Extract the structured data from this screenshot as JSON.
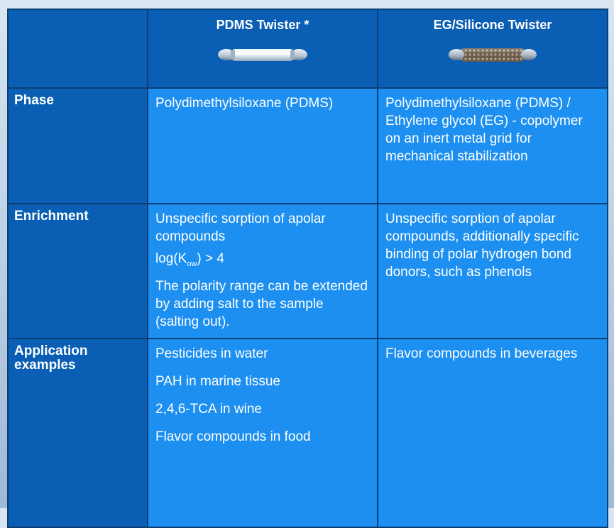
{
  "table": {
    "columns": [
      {
        "title": "PDMS Twister *",
        "image": "pdms-twister-image"
      },
      {
        "title": "EG/Silicone Twister",
        "image": "eg-silicone-twister-image"
      }
    ],
    "rows": [
      {
        "label": "Phase",
        "col_a": [
          "Polydimethylsiloxane (PDMS)"
        ],
        "col_b": [
          "Polydimethylsiloxane (PDMS) / Ethylene glycol (EG) - copolymer on an inert metal grid for mechanical stabilization"
        ]
      },
      {
        "label": "Enrichment",
        "col_a": {
          "line1": "Unspecific sorption of apolar compounds",
          "kow_prefix": "log(K",
          "kow_sub": "ow",
          "kow_suffix": ") > 4",
          "line3": "The polarity range can be extended by adding salt to the sample (salting out)."
        },
        "col_b": [
          "Unspecific sorption of apolar compounds, additionally specific binding of polar hydrogen bond donors, such as phenols"
        ]
      },
      {
        "label": "Application examples",
        "col_a": [
          "Pesticides in water",
          "PAH in marine tissue",
          "2,4,6-TCA in wine",
          "Flavor compounds in food"
        ],
        "col_b": [
          "Flavor compounds in beverages"
        ]
      }
    ]
  },
  "colors": {
    "header_bg": "#0a5fb4",
    "cell_bg": "#1c8ff0",
    "border": "#0b3f73"
  }
}
